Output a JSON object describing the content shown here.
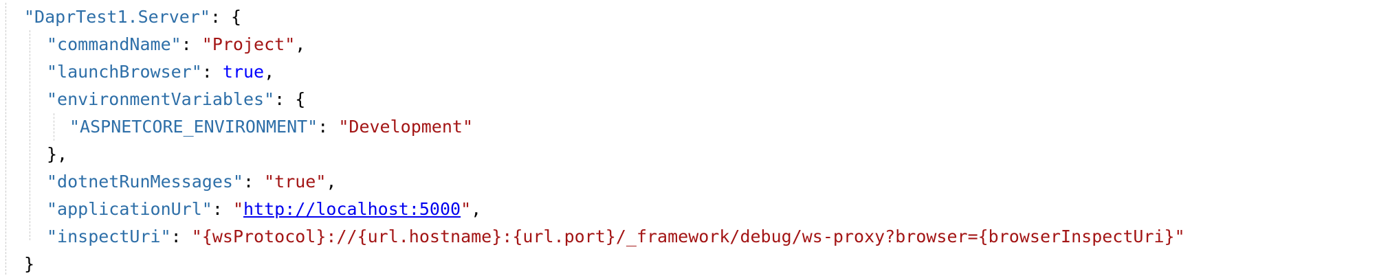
{
  "document": {
    "lines": [
      {
        "indent": 0,
        "key": "\"DaprTest1.Server\"",
        "after_key": ": {"
      },
      {
        "indent": 1,
        "key": "\"commandName\"",
        "after_key": ": ",
        "value": "\"Project\"",
        "value_kind": "string",
        "trail": ","
      },
      {
        "indent": 1,
        "key": "\"launchBrowser\"",
        "after_key": ": ",
        "value": "true",
        "value_kind": "keyword",
        "trail": ","
      },
      {
        "indent": 1,
        "key": "\"environmentVariables\"",
        "after_key": ": {"
      },
      {
        "indent": 2,
        "key": "\"ASPNETCORE_ENVIRONMENT\"",
        "after_key": ": ",
        "value": "\"Development\"",
        "value_kind": "string"
      },
      {
        "indent": 1,
        "plain": "},"
      },
      {
        "indent": 1,
        "key": "\"dotnetRunMessages\"",
        "after_key": ": ",
        "value": "\"true\"",
        "value_kind": "string",
        "trail": ","
      },
      {
        "indent": 1,
        "key": "\"applicationUrl\"",
        "after_key": ": ",
        "value_open": "\"",
        "link": "http://localhost:5000",
        "value_close": "\"",
        "trail": ","
      },
      {
        "indent": 1,
        "key": "\"inspectUri\"",
        "after_key": ": ",
        "value": "\"{wsProtocol}://{url.hostname}:{url.port}/_framework/debug/ws-proxy?browser={browserInspectUri}\"",
        "value_kind": "string"
      },
      {
        "indent": 0,
        "plain": "}"
      }
    ]
  },
  "colors": {
    "key": "#2e6fa8",
    "string": "#a31515",
    "keyword": "#0000ff",
    "link": "#0000ee",
    "punctuation": "#000000",
    "indent_guide": "#c8c8c8"
  }
}
